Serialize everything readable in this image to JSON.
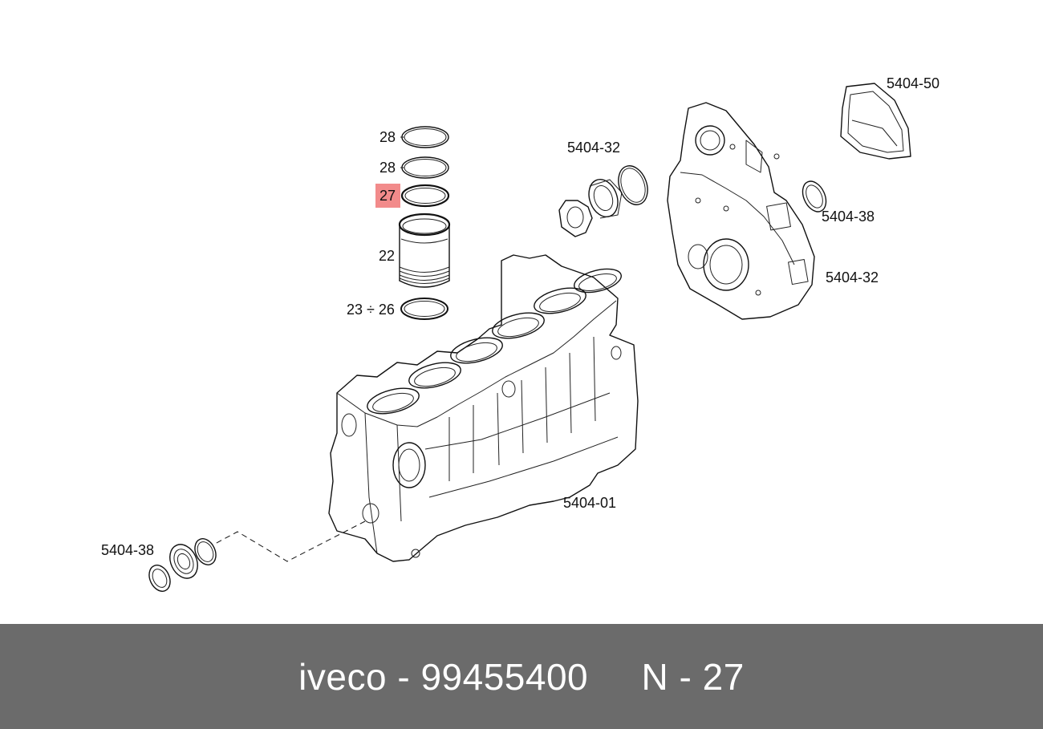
{
  "diagram": {
    "highlight_color": "#f28b8b",
    "labels": {
      "ring_top": "28",
      "ring_second": "28",
      "ring_oil": "27",
      "piston": "22",
      "liner_seals": "23 ÷ 26",
      "timing_plate_seal": "5404-32",
      "rear_cover_gasket": "5404-50",
      "rear_seal_right": "5404-38",
      "flywheel_housing": "5404-32",
      "crankcase": "5404-01",
      "front_seal_left": "5404-38"
    }
  },
  "footer": {
    "brand": "iveco",
    "sep1": " - ",
    "part_number": "99455400",
    "gap": "     ",
    "position_prefix": "N",
    "sep2": " - ",
    "position_number": "27",
    "background": "#6b6b6b"
  }
}
